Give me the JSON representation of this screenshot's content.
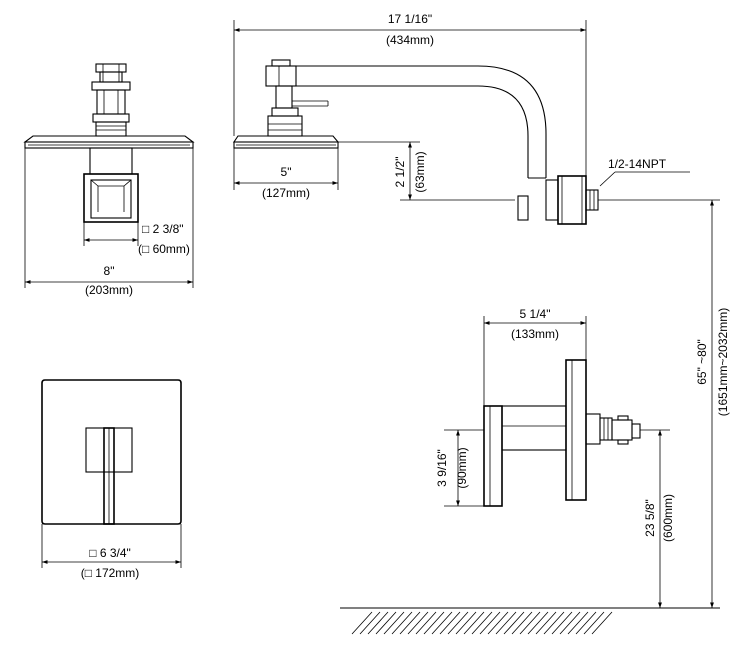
{
  "dimensions": {
    "arm_length_in": "17 1/16\"",
    "arm_length_mm": "(434mm)",
    "head_reach_in": "5\"",
    "head_reach_mm": "(127mm)",
    "head_drop_in": "2 1/2\"",
    "head_drop_mm": "(63mm)",
    "thread_spec": "1/2-14NPT",
    "head_width_in": "8\"",
    "head_width_mm": "(203mm)",
    "arm_square_in": "□ 2 3/8\"",
    "arm_square_mm": "(□ 60mm)",
    "valve_depth_in": "5 1/4\"",
    "valve_depth_mm": "(133mm)",
    "install_height_in": "65\" ~80\"",
    "install_height_mm": "(1651mm~2032mm)",
    "handle_height_in": "3 9/16\"",
    "handle_height_mm": "(90mm)",
    "valve_height_in": "23 5/8\"",
    "valve_height_mm": "(600mm)",
    "trim_square_in": "□ 6 3/4\"",
    "trim_square_mm": "(□ 172mm)"
  }
}
